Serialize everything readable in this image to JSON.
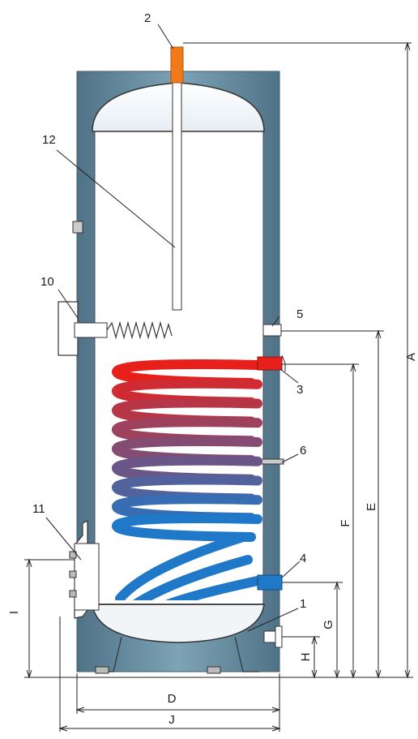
{
  "diagram": {
    "callouts": [
      {
        "id": "c1",
        "text": "1"
      },
      {
        "id": "c2",
        "text": "2"
      },
      {
        "id": "c3",
        "text": "3"
      },
      {
        "id": "c4",
        "text": "4"
      },
      {
        "id": "c5",
        "text": "5"
      },
      {
        "id": "c6",
        "text": "6"
      },
      {
        "id": "c10",
        "text": "10"
      },
      {
        "id": "c11",
        "text": "11"
      },
      {
        "id": "c12",
        "text": "12"
      }
    ],
    "dimensions": {
      "A": "A",
      "E": "E",
      "F": "F",
      "G": "G",
      "H": "H",
      "I": "I",
      "D": "D",
      "J": "J"
    },
    "colors": {
      "insulation": "#5f8196",
      "insulation_highlight": "#8fb0c2",
      "tank_inner": "#ffffff",
      "hot_pipe": "#e8201c",
      "cold_pipe": "#1f78c8",
      "anode_cap": "#f07a1a"
    }
  }
}
